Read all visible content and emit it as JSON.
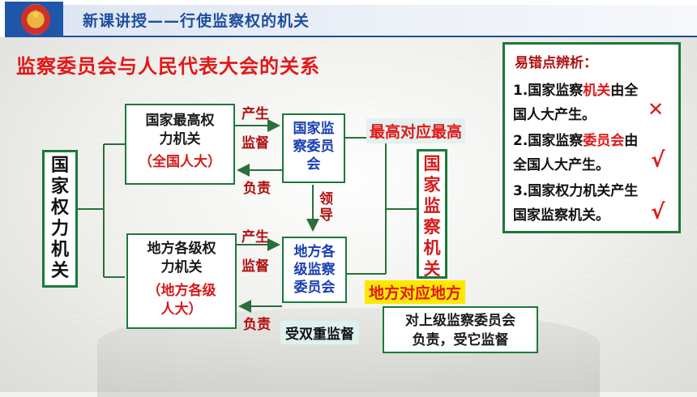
{
  "header": {
    "title": "新课讲授——行使监察权的机关",
    "emblem_icon": "national-emblem-icon"
  },
  "subtitle": "监察委员会与人民代表大会的关系",
  "diagram": {
    "left_box": "国家权力机关",
    "top_power": {
      "line1": "国家最高权",
      "line2": "力机关",
      "line3": "（全国人大）"
    },
    "bottom_power": {
      "line1": "地方各级权",
      "line2": "力机关",
      "line3": "（地方各级",
      "line4": "人大）"
    },
    "top_commission": {
      "line1": "国家监",
      "line2": "察委员",
      "line3": "会"
    },
    "bottom_commission": {
      "line1": "地方各",
      "line2": "级监察",
      "line3": "委员会"
    },
    "right_box": "国家监察机关",
    "labels": {
      "top_produce": "产生",
      "top_supervise": "监督",
      "top_responsible": "负责",
      "lead": "领导",
      "bottom_produce": "产生",
      "bottom_supervise": "监督",
      "bottom_responsible": "负责"
    },
    "tags": {
      "top_correspond": "最高对应最高",
      "local_correspond": "地方对应地方",
      "dual_supervision": "受双重监督",
      "upper_level_line1": "对上级监察委员会",
      "upper_level_line2": "负责，受它监督"
    }
  },
  "note": {
    "title": "易错点辨析：",
    "item1_a": "1.国家监察",
    "item1_b": "机关",
    "item1_c": "由全",
    "item1_line2": "国人大产生。",
    "item1_mark": "✕",
    "item2_a": "2.国家监察",
    "item2_b": "委员会",
    "item2_c": "由",
    "item2_line2": "全国人大产生。",
    "item2_mark": "√",
    "item3_line1": "3.国家权力机关产生",
    "item3_line2": "国家监察机关。",
    "item3_mark": "√"
  },
  "colors": {
    "header_blue": "#1d4f9c",
    "accent_red": "#e01818",
    "box_border_green": "#1a7a3a",
    "highlight_yellow": "#ffe800"
  }
}
